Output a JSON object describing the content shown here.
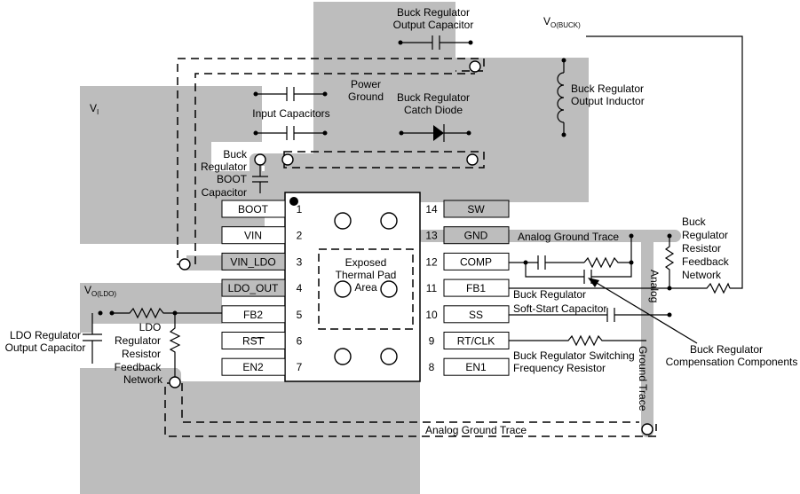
{
  "labels": {
    "vi_main": "V",
    "vi_sub": "I",
    "vo_buck_main": "V",
    "vo_buck_sub": "O(BUCK)",
    "vo_ldo_main": "V",
    "vo_ldo_sub": "O(LDO)",
    "buck_out_cap_1": "Buck Regulator",
    "buck_out_cap_2": "Output Capacitor",
    "power_ground_1": "Power",
    "power_ground_2": "Ground",
    "input_caps": "Input Capacitors",
    "catch_diode_1": "Buck Regulator",
    "catch_diode_2": "Catch Diode",
    "inductor_1": "Buck Regulator",
    "inductor_2": "Output Inductor",
    "boot_cap_1": "Buck",
    "boot_cap_2": "Regulator",
    "boot_cap_3": "BOOT",
    "boot_cap_4": "Capacitor",
    "analog_gnd_trace_top": "Analog Ground Trace",
    "analog_vertical": "Analog",
    "ground_trace_vertical": "Ground Trace",
    "analog_gnd_trace_bottom": "Analog Ground Trace",
    "fb_net_1": "Buck",
    "fb_net_2": "Regulator",
    "fb_net_3": "Resistor",
    "fb_net_4": "Feedback",
    "fb_net_5": "Network",
    "comp_callout_1": "Buck Regulator",
    "comp_callout_2": "Compensation Components",
    "fb1_label": "Buck Regulator",
    "ss_label": "Soft-Start Capacitor",
    "rt_label_1": "Buck Regulator Switching",
    "rt_label_2": "Frequency Resistor",
    "thermal_1": "Exposed",
    "thermal_2": "Thermal Pad",
    "thermal_3": "Area",
    "ldo_cap_1": "LDO Regulator",
    "ldo_cap_2": "Output Capacitor",
    "ldo_fb_1": "LDO",
    "ldo_fb_2": "Regulator",
    "ldo_fb_3": "Resistor",
    "ldo_fb_4": "Feedback",
    "ldo_fb_5": "Network"
  },
  "pins_left": [
    {
      "num": "1",
      "name": "BOOT"
    },
    {
      "num": "2",
      "name": "VIN"
    },
    {
      "num": "3",
      "name": "VIN_LDO"
    },
    {
      "num": "4",
      "name": "LDO_OUT"
    },
    {
      "num": "5",
      "name": "FB2"
    },
    {
      "num": "6",
      "name": "RST"
    },
    {
      "num": "7",
      "name": "EN2"
    }
  ],
  "pins_right": [
    {
      "num": "14",
      "name": "SW"
    },
    {
      "num": "13",
      "name": "GND"
    },
    {
      "num": "12",
      "name": "COMP"
    },
    {
      "num": "11",
      "name": "FB1"
    },
    {
      "num": "10",
      "name": "SS"
    },
    {
      "num": "9",
      "name": "RT/CLK"
    },
    {
      "num": "8",
      "name": "EN1"
    }
  ],
  "colors": {
    "copper": "#bdbdbd",
    "line": "#000000",
    "background": "#ffffff"
  }
}
